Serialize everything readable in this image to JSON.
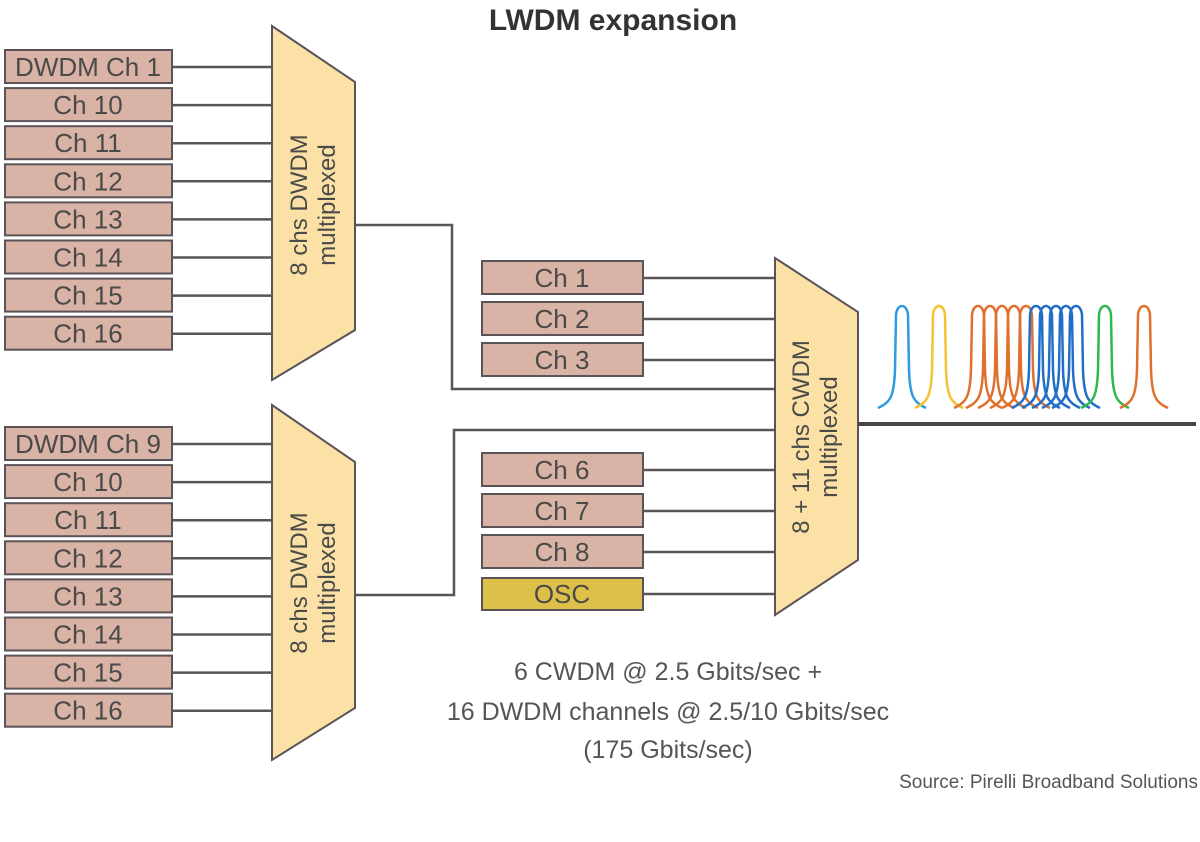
{
  "title": "LWDM expansion",
  "colors": {
    "channel_fill": "#d9b3a6",
    "channel_border": "#5a5358",
    "osc_fill": "#dcc04a",
    "mux_fill": "#fbe1a6",
    "line": "#5a5358",
    "separator": "#a9a7ab"
  },
  "dwdm_group_1": {
    "channels": [
      "DWDM Ch 1",
      "Ch 10",
      "Ch 11",
      "Ch 12",
      "Ch 13",
      "Ch 14",
      "Ch 15",
      "Ch 16"
    ],
    "mux_line1": "8 chs DWDM",
    "mux_line2": "multiplexed"
  },
  "dwdm_group_2": {
    "channels": [
      "DWDM Ch 9",
      "Ch 10",
      "Ch 11",
      "Ch 12",
      "Ch 13",
      "Ch 14",
      "Ch 15",
      "Ch 16"
    ],
    "mux_line1": "8 chs DWDM",
    "mux_line2": "multiplexed"
  },
  "cwdm_upper": [
    "Ch 1",
    "Ch 2",
    "Ch 3"
  ],
  "cwdm_lower": [
    "Ch 6",
    "Ch 7",
    "Ch 8"
  ],
  "osc_label": "OSC",
  "cwdm_mux": {
    "line1": "8 + 11 chs CWDM",
    "line2": "multiplexed"
  },
  "spectrum": {
    "peaks": [
      {
        "color": "#2f9be0"
      },
      {
        "color": "#f2c230"
      },
      {
        "color": "#e0702e"
      },
      {
        "color": "#e0702e"
      },
      {
        "color": "#e0702e"
      },
      {
        "color": "#e0702e"
      },
      {
        "color": "#e0702e"
      },
      {
        "color": "#1f6fc8"
      },
      {
        "color": "#1f6fc8"
      },
      {
        "color": "#1f6fc8"
      },
      {
        "color": "#1f6fc8"
      },
      {
        "color": "#1f6fc8"
      },
      {
        "color": "#2fb84f"
      },
      {
        "color": "#e0702e"
      }
    ]
  },
  "caption": {
    "line1": "6 CWDM @ 2.5 Gbits/sec +",
    "line2": "16 DWDM channels @ 2.5/10 Gbits/sec",
    "line3": "(175 Gbits/sec)"
  },
  "source": "Source: Pirelli Broadband Solutions"
}
